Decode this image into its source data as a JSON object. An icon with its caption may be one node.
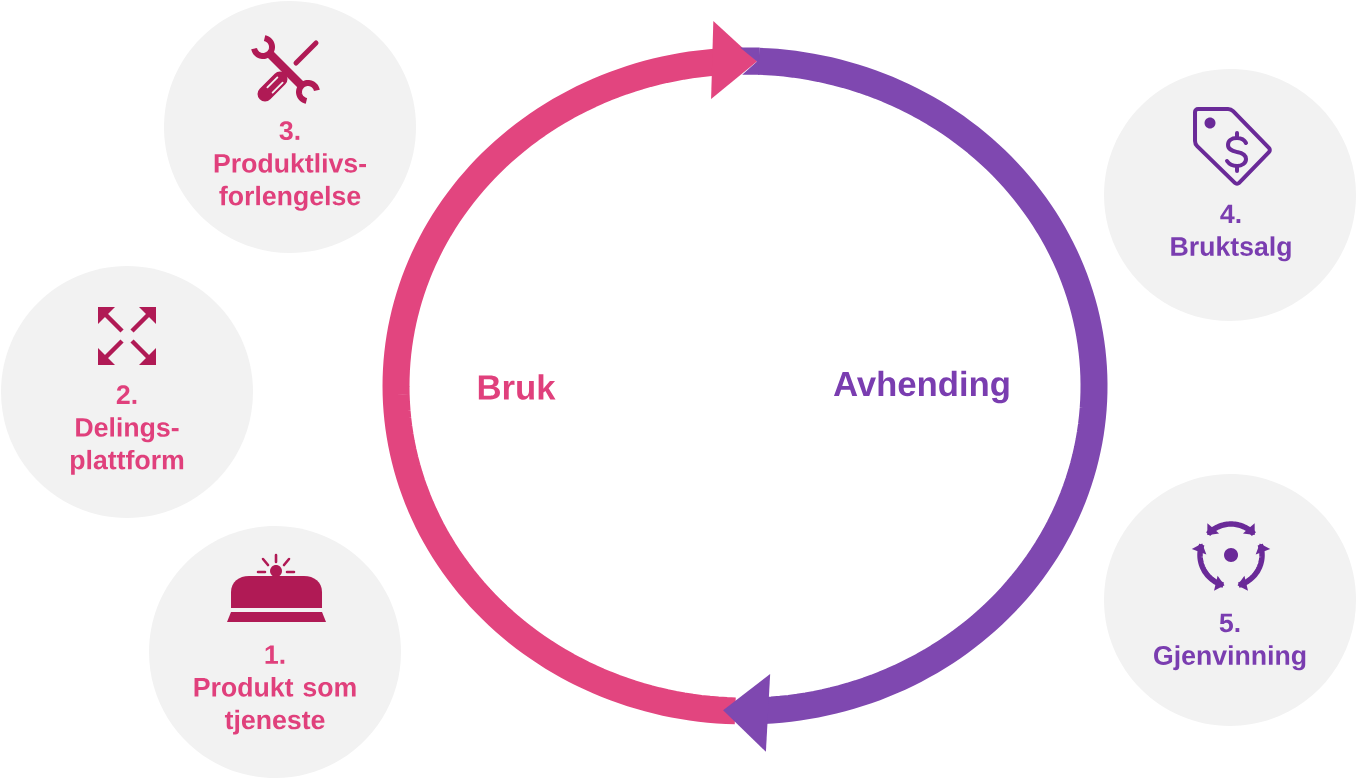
{
  "diagram": {
    "nodes": [
      {
        "text": [
          "1.",
          "Produkt som tjeneste"
        ]
      },
      {
        "text": [
          "2.",
          "Delings- plattform"
        ]
      },
      {
        "text": [
          "3.",
          "Produktlivs- forlengelse"
        ]
      },
      {
        "text": [
          "4.",
          "Bruktsalg"
        ]
      },
      {
        "text": [
          "5.",
          "Gjenvinning"
        ]
      }
    ],
    "labels": [
      "Bruk",
      "Avhending"
    ]
  }
}
